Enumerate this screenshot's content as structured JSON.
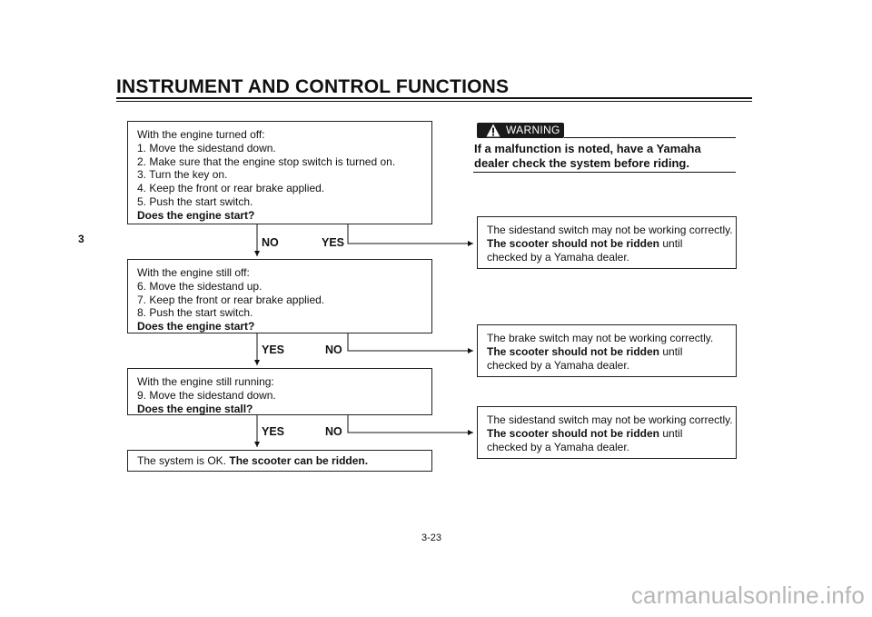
{
  "header": {
    "title": "INSTRUMENT AND CONTROL FUNCTIONS"
  },
  "section_tab": "3",
  "flowchart": {
    "step1": {
      "lines": [
        "With the engine turned off:",
        "1. Move the sidestand down.",
        "2. Make sure that the engine stop switch is turned on.",
        "3. Turn the key on.",
        "4. Keep the front or rear brake applied.",
        "5. Push the start switch."
      ],
      "question": "Does the engine start?",
      "down_label": "NO",
      "right_label": "YES"
    },
    "step2": {
      "lines": [
        "With the engine still off:",
        "6. Move the sidestand up.",
        "7. Keep the front or rear brake applied.",
        "8. Push the start switch."
      ],
      "question": "Does the engine start?",
      "down_label": "YES",
      "right_label": "NO"
    },
    "step3": {
      "lines": [
        "With the engine still running:",
        "9. Move the sidestand down."
      ],
      "question": "Does the engine stall?",
      "down_label": "YES",
      "right_label": "NO"
    },
    "result_ok": {
      "prefix": "The system is OK. ",
      "bold": "The scooter can be ridden."
    },
    "outcome1": {
      "line1": "The sidestand switch may not be working correctly.",
      "bold": "The scooter should not be ridden",
      "after_bold": " until",
      "line3": "checked by a Yamaha dealer."
    },
    "outcome2": {
      "line1": "The brake switch may not be working correctly.",
      "bold": "The scooter should not be ridden",
      "after_bold": " until",
      "line3": "checked by a Yamaha dealer."
    },
    "outcome3": {
      "line1": "The sidestand switch may not be working correctly.",
      "bold": "The scooter should not be ridden",
      "after_bold": " until",
      "line3": "checked by a Yamaha dealer."
    }
  },
  "warning": {
    "label": "WARNING",
    "icon": "warning-triangle-icon",
    "text": "If a malfunction is noted, have a Yamaha dealer check the system before riding."
  },
  "footer": {
    "page_number": "3-23"
  },
  "watermark": "carmanualsonline.info"
}
